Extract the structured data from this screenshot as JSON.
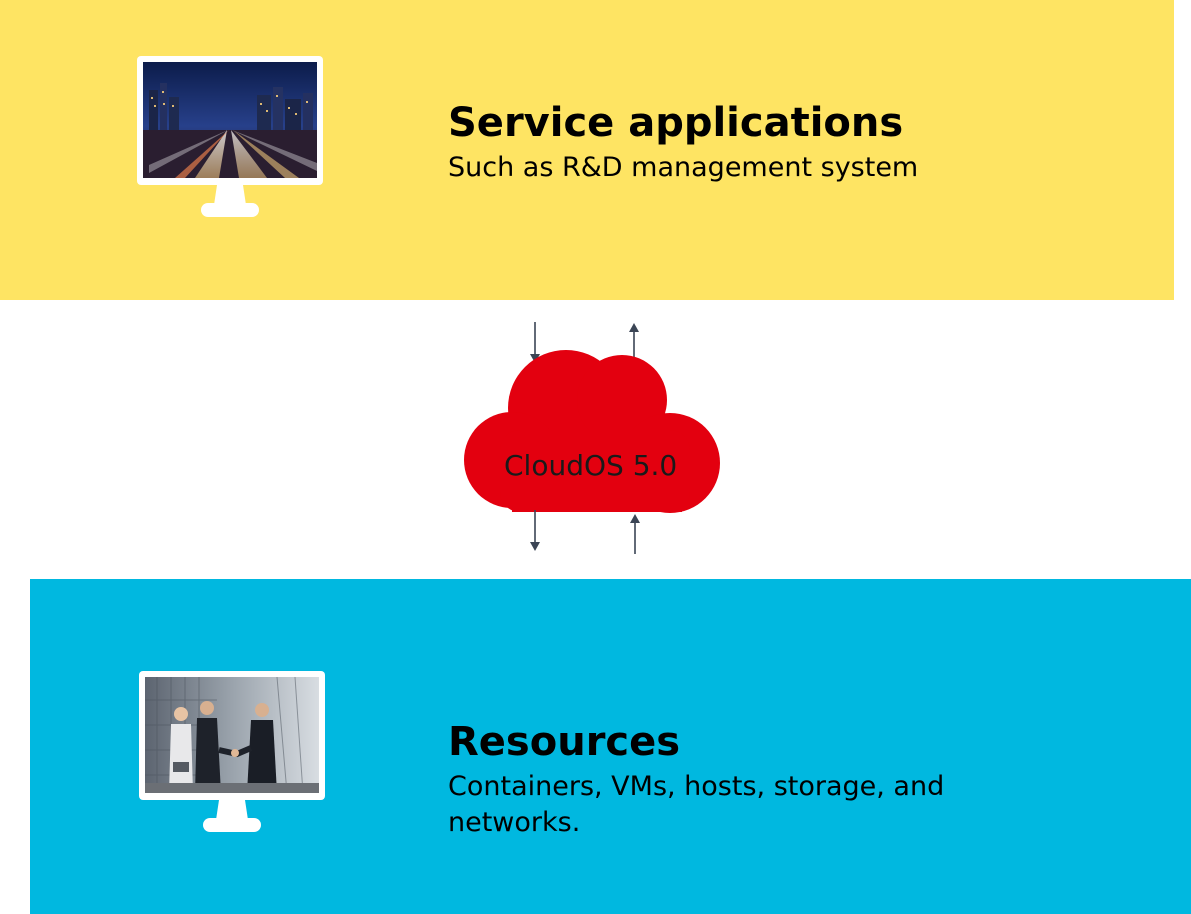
{
  "colors": {
    "service_panel": "#FEE463",
    "resources_panel": "#00B8E0",
    "cloud": "#E3000F",
    "arrow": "#3b4555",
    "monitor_frame": "#ffffff"
  },
  "service": {
    "title": "Service applications",
    "description": "Such as R&D management system",
    "image_icon": "city-night-photo-icon"
  },
  "cloud": {
    "label": "CloudOS 5.0",
    "icon": "cloud-icon"
  },
  "resources": {
    "title": "Resources",
    "description": "Containers, VMs, hosts, storage, and networks.",
    "image_icon": "business-handshake-photo-icon"
  }
}
